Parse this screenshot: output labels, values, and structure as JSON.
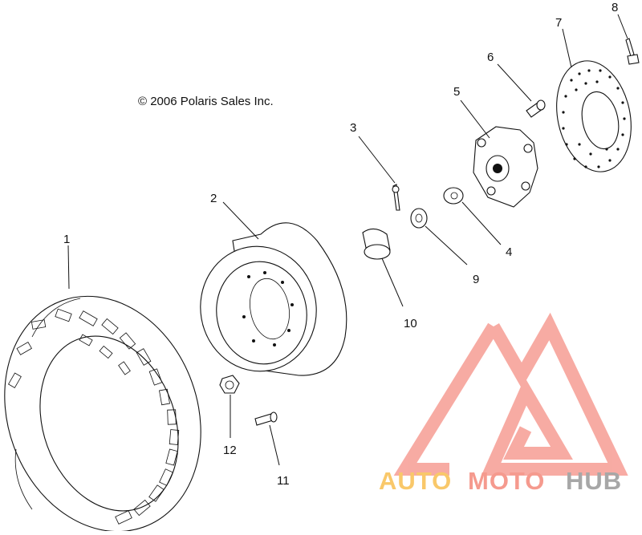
{
  "copyright": "© 2006 Polaris Sales Inc.",
  "callouts": {
    "c1": "1",
    "c2": "2",
    "c3": "3",
    "c4": "4",
    "c5": "5",
    "c6": "6",
    "c7": "7",
    "c8": "8",
    "c9": "9",
    "c10": "10",
    "c11": "11",
    "c12": "12"
  },
  "watermark": {
    "auto": "AUTO",
    "moto": "MOTO",
    "hub": "HUB",
    "colors": {
      "auto": "#f9c86a",
      "moto": "#f59a8e",
      "hub": "#a7a7a7",
      "logo": "#f7a29a"
    }
  }
}
